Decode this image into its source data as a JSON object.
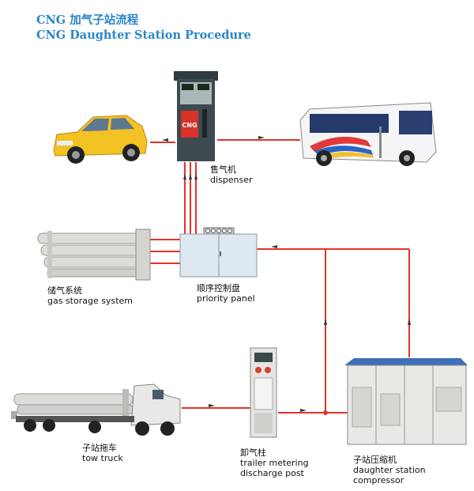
{
  "title_cn": "CNG 加气子站流程",
  "title_en": "CNG Daughter Station Procedure",
  "dispenser": {
    "cn": "售气机",
    "en": "dispenser",
    "badge": "CNG"
  },
  "gas_storage": {
    "cn": "储气系统",
    "en": "gas storage system"
  },
  "priority_panel": {
    "cn": "顺序控制盘",
    "en": "priority panel"
  },
  "tow_truck": {
    "cn": "子站拖车",
    "en": "tow truck"
  },
  "discharge_post": {
    "cn": "卸气柱",
    "en_line1": "trailer metering",
    "en_line2": "discharge post"
  },
  "compressor": {
    "cn": "子站压缩机",
    "en": "daughter station compressor"
  },
  "colors": {
    "title": "#2a86c8",
    "pipe": "#e0342a",
    "arrow": "#333333"
  }
}
